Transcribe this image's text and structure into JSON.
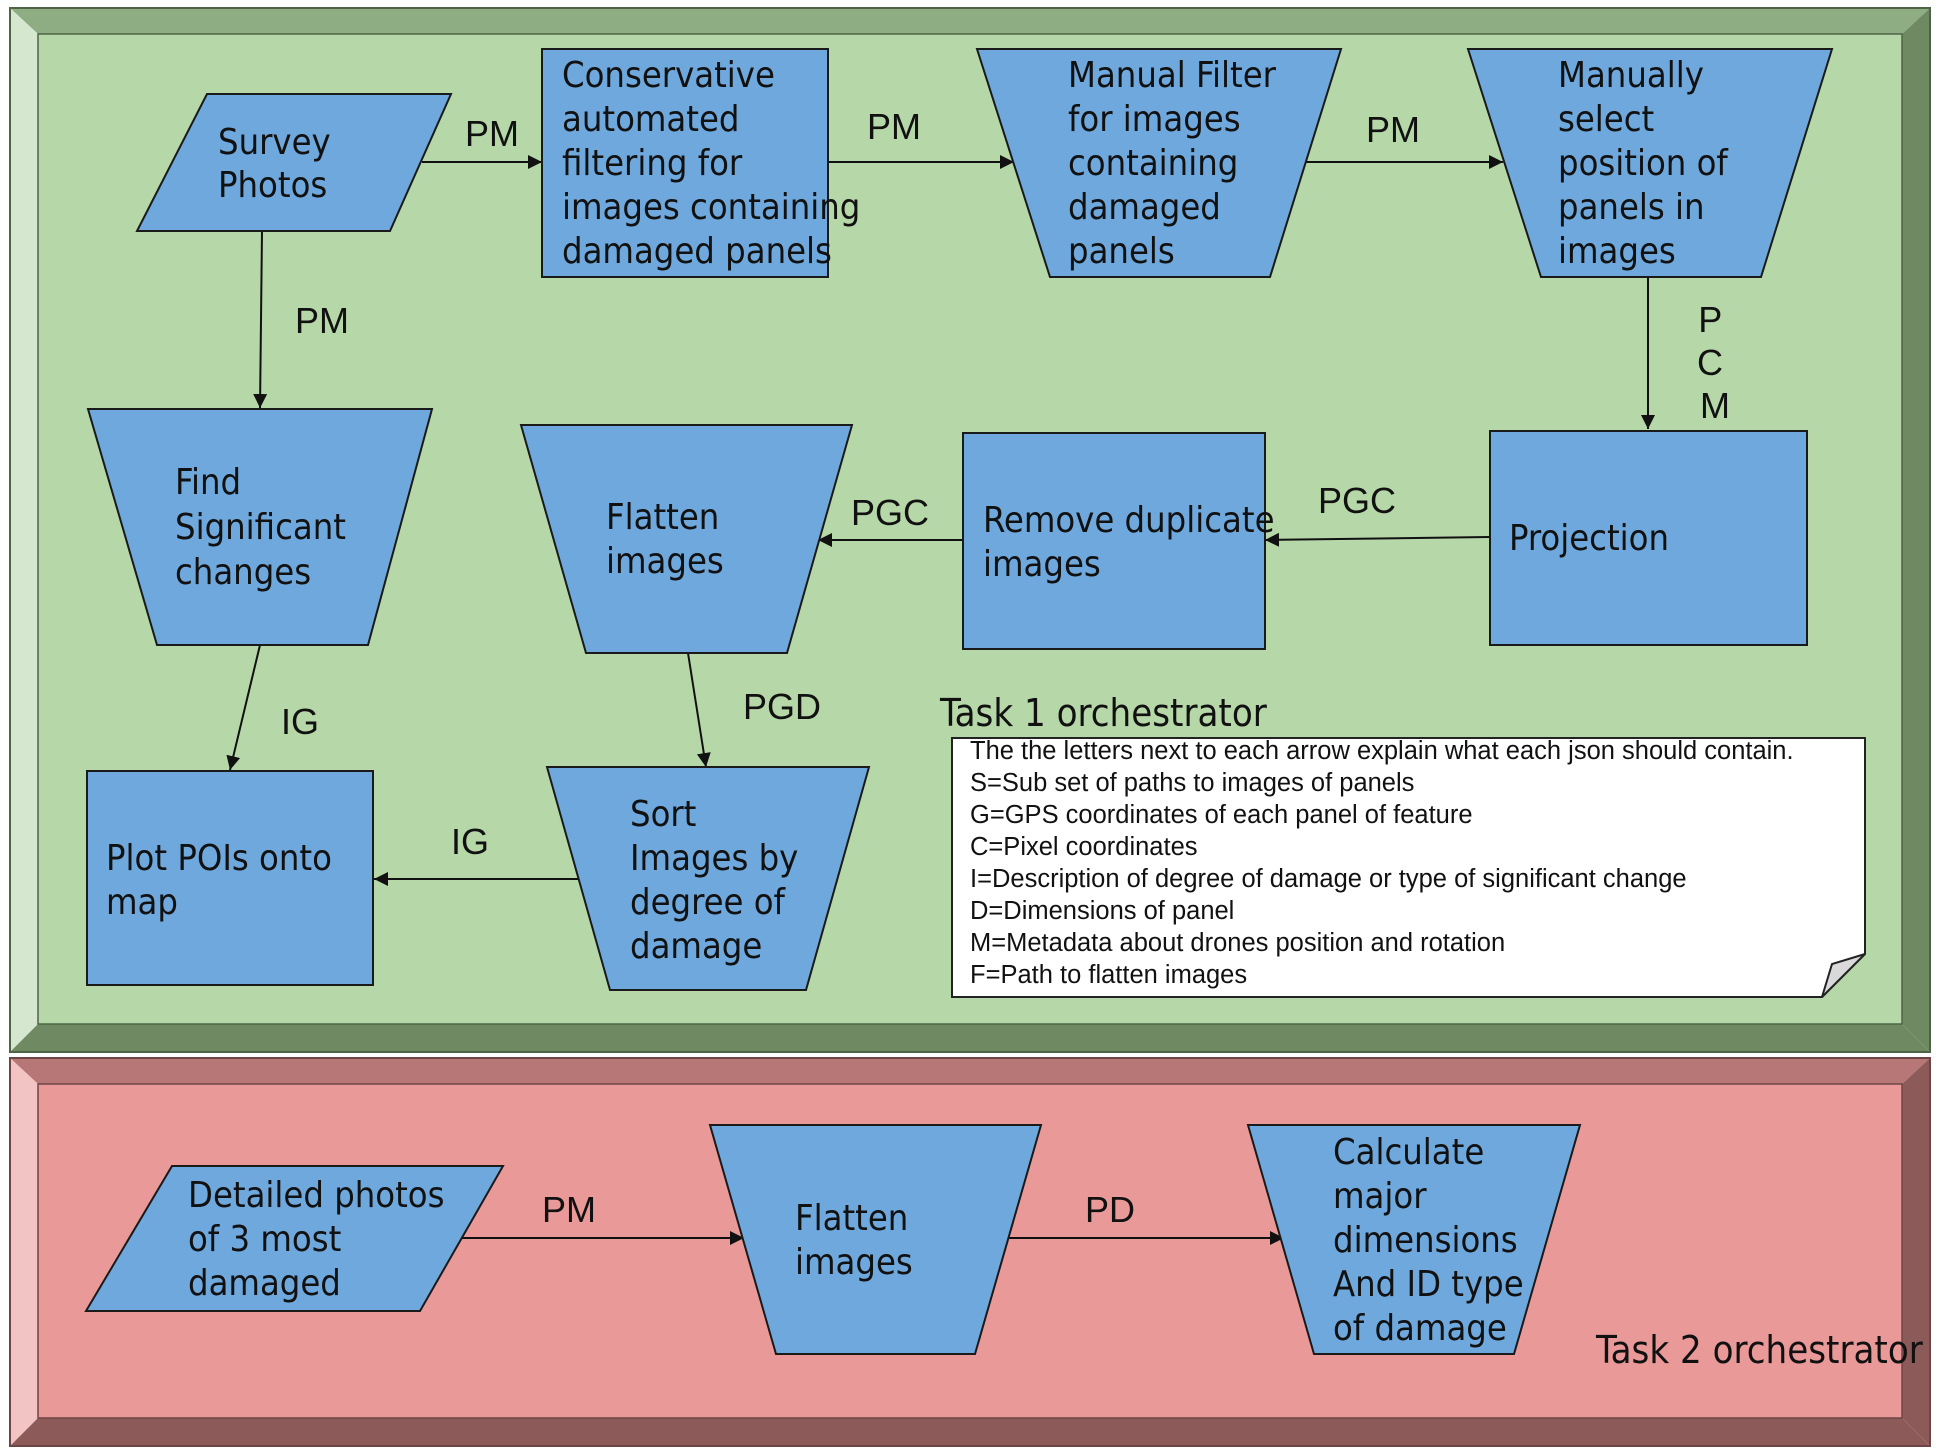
{
  "colors": {
    "task1_face": "#b6d7a8",
    "task1_bevel_light": "#d5e7cf",
    "task1_bevel_dark": "#6f8a63",
    "task1_bevel_mid": "#8fad82",
    "task2_face": "#ea9999",
    "task2_bevel_light": "#f2c4c4",
    "task2_bevel_dark": "#8d5a5a",
    "task2_bevel_mid": "#b87777",
    "node_fill": "#6fa8dc",
    "legend_fill": "#ffffff"
  },
  "task1": {
    "title": "Task 1 orchestrator",
    "nodes": {
      "survey_photos": [
        "Survey",
        "Photos"
      ],
      "conservative_filter": [
        "Conservative",
        "automated",
        "filtering for",
        "images containing",
        "damaged panels"
      ],
      "manual_filter": [
        "Manual Filter",
        "for images",
        "containing",
        "damaged",
        "panels"
      ],
      "manually_select": [
        "Manually",
        "select",
        "position of",
        "panels in",
        "images"
      ],
      "find_changes": [
        "Find",
        "Significant",
        "changes"
      ],
      "flatten_images": [
        "Flatten",
        "images"
      ],
      "remove_duplicate": [
        "Remove duplicate",
        "images"
      ],
      "projection": [
        "Projection"
      ],
      "plot_pois": [
        "Plot POIs onto",
        "map"
      ],
      "sort_images": [
        "Sort",
        "Images by",
        "degree of",
        "damage"
      ]
    },
    "edge_labels": {
      "e1": "PM",
      "e2": "PM",
      "e3": "PM",
      "e4": "PM",
      "e5": [
        "P",
        "C",
        "M"
      ],
      "e6": "PGC",
      "e7": "PGC",
      "e8": "PGD",
      "e9": "IG",
      "e10": "IG"
    },
    "legend": [
      "The the letters next to each arrow explain what each json should contain.",
      "S=Sub set of paths to images of panels",
      "G=GPS coordinates of each panel of feature",
      "C=Pixel coordinates",
      "I=Description of degree of damage or type of significant change",
      "D=Dimensions of panel",
      "M=Metadata about drones position and rotation",
      "F=Path to flatten images"
    ]
  },
  "task2": {
    "title": "Task 2 orchestrator",
    "nodes": {
      "detailed_photos": [
        "Detailed photos",
        "of 3 most",
        "damaged"
      ],
      "flatten_images": [
        "Flatten",
        "images"
      ],
      "calculate_dims": [
        "Calculate",
        "major",
        "dimensions",
        "And ID type",
        "of damage"
      ]
    },
    "edge_labels": {
      "e1": "PM",
      "e2": "PD"
    }
  }
}
